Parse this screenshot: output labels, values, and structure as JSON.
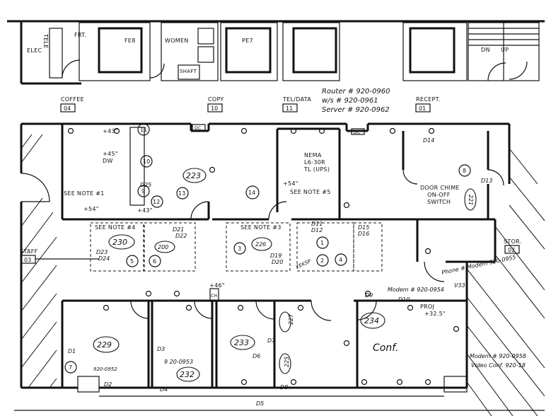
{
  "top_rooms": {
    "elec": "ELEC",
    "tele": "TELE",
    "frt": "FRT.",
    "fe8": "FE8",
    "women": "WOMEN",
    "pe7": "PE7",
    "shaft": "SHAFT",
    "dn": "DN",
    "up": "UP"
  },
  "handwritten_notes": {
    "router": "Router # 920-0960",
    "wls": "w/s # 920-0961",
    "server": "Server # 920-0962",
    "modem1": "Modem # 920-0954",
    "phone": "Phone # Modem 920-0955",
    "v33": "V33",
    "modem2": "Modem # 920-0958",
    "video": "Video Conf. 920-18",
    "conf": "Conf.",
    "teksp": "TEKSP",
    "phone_small": "920-0952",
    "phone_small2": "9 20-0953"
  },
  "room_tags": [
    {
      "name": "COFFEE",
      "code": "04"
    },
    {
      "name": "COPY",
      "code": "10"
    },
    {
      "name": "TEL/DATA",
      "code": "11"
    },
    {
      "name": "RECEPT.",
      "code": "01"
    },
    {
      "name": "STOR.",
      "code": "02"
    },
    {
      "name": "STAFF",
      "code": "03"
    }
  ],
  "notes": {
    "note1": "SEE NOTE #1",
    "note4": "SEE NOTE #4",
    "note3": "SEE NOTE #3",
    "note5": "SEE NOTE #5",
    "nema1": "NEMA",
    "nema2": "L6-30R",
    "nema3": "TL (UPS)",
    "door1": "DOOR CHIME",
    "door2": "ON-OFF",
    "door3": "SWITCH",
    "dc": "DC",
    "proj": "PROJ",
    "h325": "+32.5\"",
    "h43": "+43\"",
    "h45": "+45\"",
    "dw": "DW",
    "h54": "+54\"",
    "h46": "+46\"",
    "ch": "CH"
  },
  "circled_numbers": [
    "11",
    "10",
    "9",
    "12",
    "13",
    "14",
    "8",
    "5",
    "6",
    "3",
    "1",
    "2",
    "4",
    "7"
  ],
  "handwritten_rooms": [
    "223",
    "230",
    "200",
    "226",
    "229",
    "233",
    "227",
    "234",
    "221",
    "225",
    "232"
  ],
  "drop_labels": [
    "D14",
    "D13",
    "D25",
    "D21",
    "D22",
    "D23",
    "D24",
    "D11",
    "D12",
    "D15",
    "D16",
    "D19",
    "D20",
    "D1",
    "D2",
    "D3",
    "D4",
    "D5",
    "D6",
    "D7",
    "D8",
    "D9",
    "D10"
  ]
}
